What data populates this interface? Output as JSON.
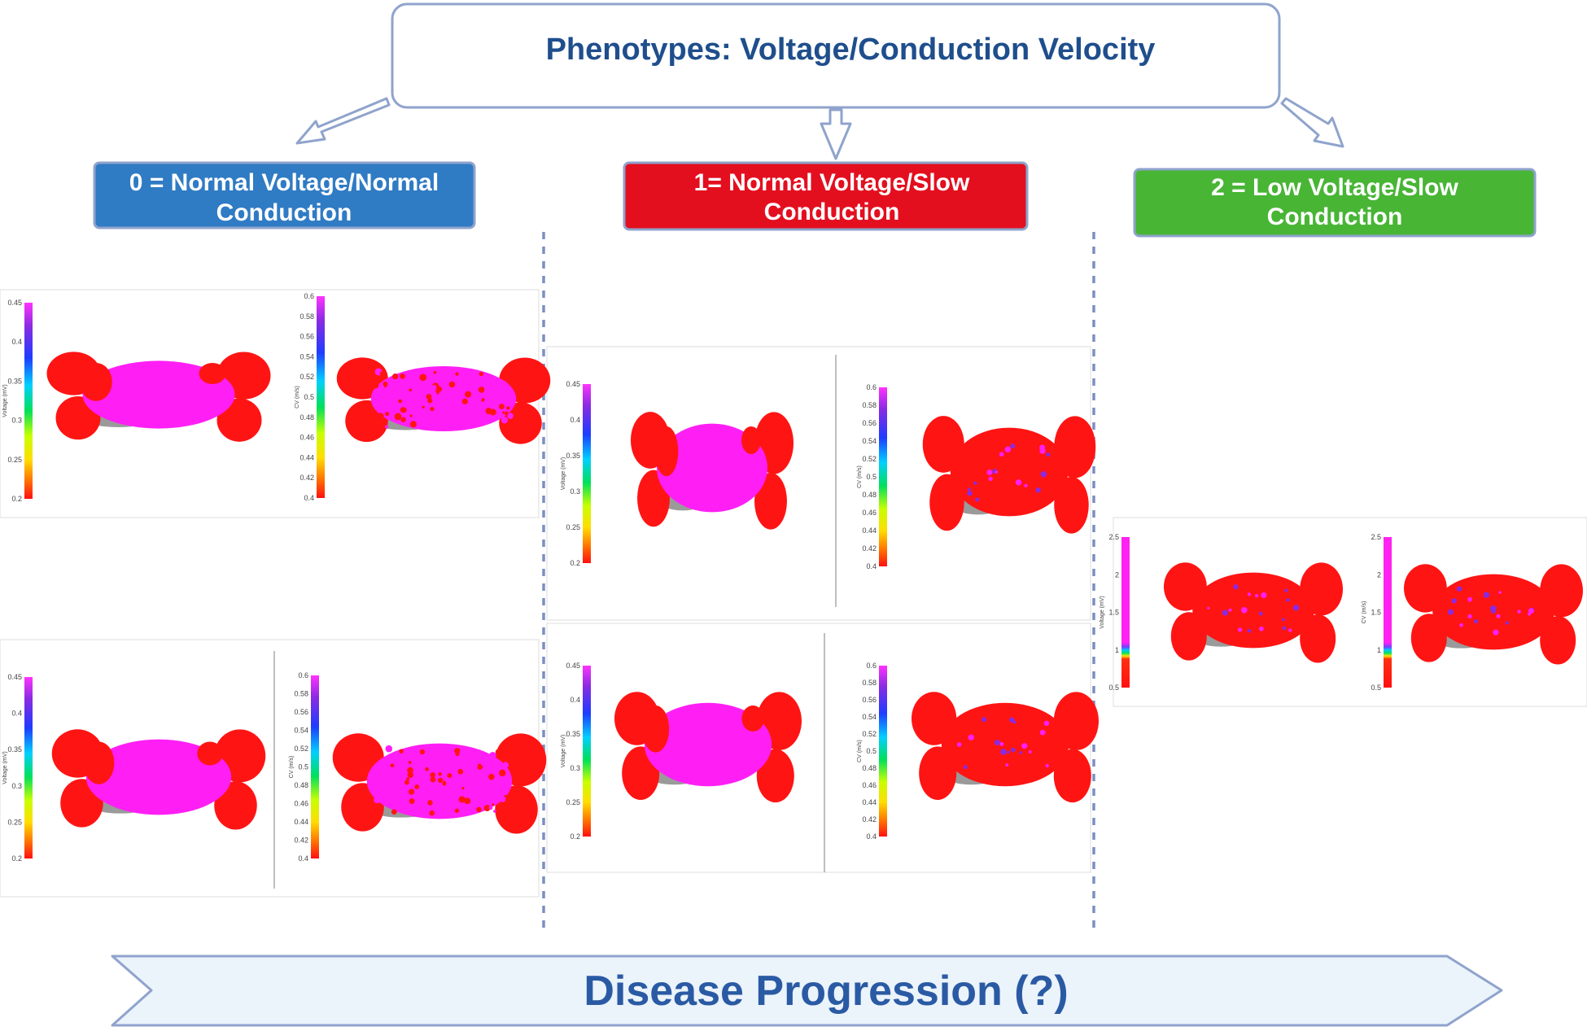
{
  "colors": {
    "box_border": "#8fa3cc",
    "title_text": "#1f4e8c",
    "phenotype0": "#2f7bc4",
    "phenotype1": "#e30f1f",
    "phenotype2": "#48b535",
    "map_magenta": "#ff1ff5",
    "map_red": "#ff1414",
    "map_grey": "#9a9a9a",
    "banner_fill": "#ebf3fb"
  },
  "title": "Phenotypes: Voltage/Conduction Velocity",
  "phenotypes": [
    {
      "label": "0 = Normal Voltage/Normal Conduction",
      "line1": "0 = Normal Voltage/Normal",
      "line2": "Conduction"
    },
    {
      "label": "1= Normal Voltage/Slow Conduction",
      "line1": "1= Normal Voltage/Slow",
      "line2": "Conduction"
    },
    {
      "label": "2 = Low Voltage/Slow Conduction",
      "line1": "2 = Low Voltage/Slow",
      "line2": "Conduction"
    }
  ],
  "scales": {
    "voltage": {
      "axis_label": "Voltage (mV)",
      "ticks": [
        "0.45",
        "0.4",
        "0.35",
        "0.3",
        "0.25",
        "0.2"
      ]
    },
    "cv": {
      "axis_label": "CV (m/s)",
      "ticks": [
        "0.6",
        "0.58",
        "0.56",
        "0.54",
        "0.52",
        "0.5",
        "0.48",
        "0.46",
        "0.44",
        "0.42",
        "0.4"
      ]
    },
    "low_voltage": {
      "axis_label": "Voltage (mV)",
      "ticks": [
        "2.5",
        "2",
        "1.5",
        "1",
        "0.5"
      ]
    },
    "low_cv": {
      "axis_label": "CV (m/s)",
      "ticks": [
        "2.5",
        "2",
        "1.5",
        "1",
        "0.5"
      ]
    }
  },
  "maps": [
    {
      "name": "map-phenotype0-case1-voltage",
      "scale": "voltage",
      "dominant": "magenta"
    },
    {
      "name": "map-phenotype0-case1-cv",
      "scale": "cv",
      "dominant": "mixed"
    },
    {
      "name": "map-phenotype0-case2-voltage",
      "scale": "voltage",
      "dominant": "magenta"
    },
    {
      "name": "map-phenotype0-case2-cv",
      "scale": "cv",
      "dominant": "mixed"
    },
    {
      "name": "map-phenotype1-case1-voltage",
      "scale": "voltage",
      "dominant": "magenta"
    },
    {
      "name": "map-phenotype1-case1-cv",
      "scale": "cv",
      "dominant": "red"
    },
    {
      "name": "map-phenotype1-case2-voltage",
      "scale": "voltage",
      "dominant": "magenta"
    },
    {
      "name": "map-phenotype1-case2-cv",
      "scale": "cv",
      "dominant": "red"
    },
    {
      "name": "map-phenotype2-case1-voltage",
      "scale": "low_voltage",
      "dominant": "red"
    },
    {
      "name": "map-phenotype2-case1-cv",
      "scale": "low_cv",
      "dominant": "red"
    }
  ],
  "progression": "Disease Progression (?)"
}
